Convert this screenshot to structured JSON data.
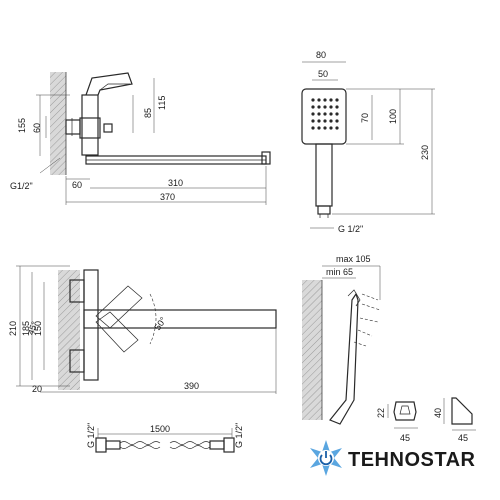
{
  "dims": {
    "top_left": {
      "d155": "155",
      "d60": "60",
      "d85": "85",
      "d115": "115",
      "thread": "G1/2\"",
      "d60b": "60",
      "d310": "310",
      "d370": "370"
    },
    "top_right": {
      "d80": "80",
      "d50": "50",
      "d70": "70",
      "d100": "100",
      "d230": "230",
      "thread": "G 1/2\""
    },
    "mid_left": {
      "d210": "210",
      "d185": "185",
      "d150": "150",
      "angle45": "45°",
      "angle50": "50°",
      "d20": "20",
      "d390": "390"
    },
    "mid_right": {
      "max": "max 105",
      "min": "min 65"
    },
    "bottom_left": {
      "thread_left": "G 1/2\"",
      "d1500": "1500",
      "thread_right": "G 1/2\""
    },
    "bottom_right": {
      "d22": "22",
      "d40": "40",
      "d45a": "45",
      "d45b": "45"
    }
  },
  "brand": {
    "name": "TEHNOSTAR",
    "primary": "#1a5fa8",
    "accent": "#5aa6e0",
    "icon": "power-snowflake-icon"
  }
}
